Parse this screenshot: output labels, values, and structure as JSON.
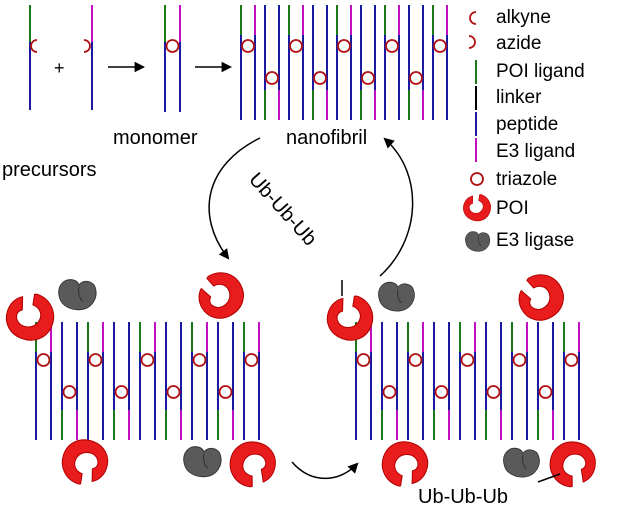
{
  "labels": {
    "precursors": "precursors",
    "monomer": "monomer",
    "nanofibril": "nanofibril",
    "ub_chain_top": "Ub-Ub-Ub",
    "ub_chain_bottom": "Ub-Ub-Ub",
    "plus": "+"
  },
  "legend": [
    {
      "label": "alkyne",
      "icon": "alkyne-half-circle-icon",
      "color": "#b01010"
    },
    {
      "label": "azide",
      "icon": "azide-half-circle-icon",
      "color": "#b01010"
    },
    {
      "label": "POI ligand",
      "icon": "line-icon",
      "color": "#1a7a1a"
    },
    {
      "label": "linker",
      "icon": "line-icon",
      "color": "#000000"
    },
    {
      "label": "peptide",
      "icon": "line-icon",
      "color": "#1a1aa0"
    },
    {
      "label": "E3 ligand",
      "icon": "line-icon",
      "color": "#c010c0"
    },
    {
      "label": "triazole",
      "icon": "triazole-circle-icon",
      "color": "#b01010"
    },
    {
      "label": "POI",
      "icon": "poi-blob-icon",
      "color": "#e81c1c"
    },
    {
      "label": "E3 ligase",
      "icon": "e3-ligase-blob-icon",
      "color": "#555555"
    }
  ]
}
